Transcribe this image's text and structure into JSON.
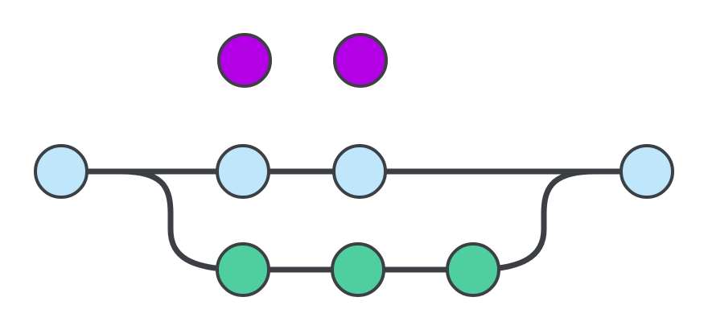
{
  "diagram": {
    "type": "git-branch-graph",
    "colors": {
      "background": "#ffffff",
      "line": "#3c3f43",
      "node_outline": "#3c3f43",
      "main_commit": "#bfe6fb",
      "feature_commit": "#4fcf9f",
      "unattached_commit": "#b400e6"
    },
    "branches": [
      {
        "id": "main",
        "commits": [
          "m1",
          "m2",
          "m3",
          "m4"
        ]
      },
      {
        "id": "feature",
        "from": "m1",
        "merges_into": "m4",
        "commits": [
          "f1",
          "f2",
          "f3"
        ]
      }
    ],
    "unattached_commits": [
      "p1",
      "p2"
    ]
  }
}
